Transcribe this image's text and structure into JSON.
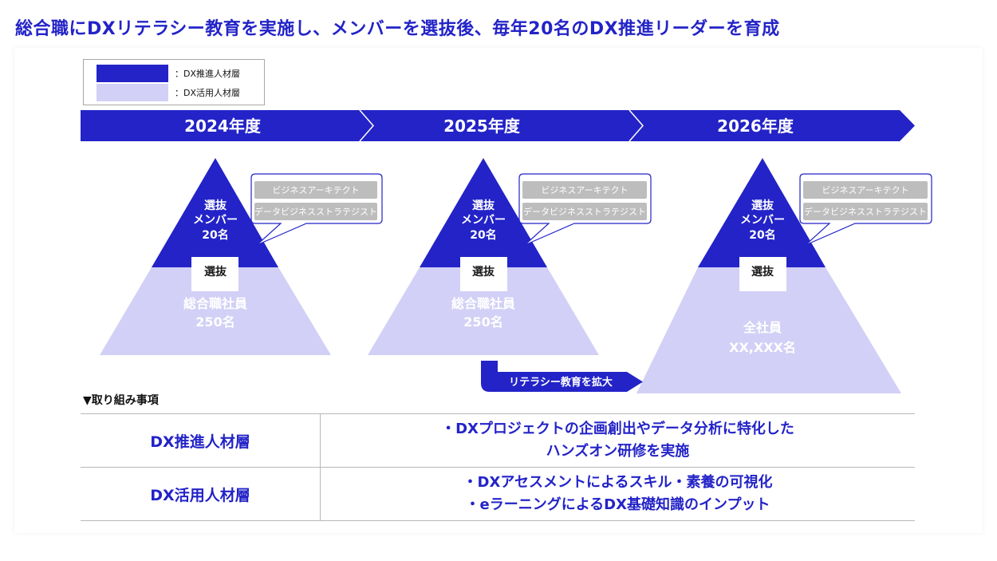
{
  "headline": "総合職にDXリテラシー教育を実施し、メンバーを選抜後、毎年20名のDX推進リーダーを育成",
  "colors": {
    "primary": "#2323c8",
    "light": "#d2d0f6",
    "callout_box": "#bdbdbd"
  },
  "legend": [
    {
      "text": "：DX推進人材層",
      "color": "#2323c8"
    },
    {
      "text": "：DX活用人材層",
      "color": "#d2d0f6"
    }
  ],
  "timeline": {
    "years": [
      "2024年度",
      "2025年度",
      "2026年度"
    ]
  },
  "pyramids": [
    {
      "tip_lines": [
        "選抜",
        "メンバー",
        "20名"
      ],
      "select_label": "選抜",
      "base_lines": [
        "総合職社員",
        "250名"
      ],
      "roles": [
        "ビジネスアーキテクト",
        "データビジネスストラテジスト"
      ]
    },
    {
      "tip_lines": [
        "選抜",
        "メンバー",
        "20名"
      ],
      "select_label": "選抜",
      "base_lines": [
        "総合職社員",
        "250名"
      ],
      "roles": [
        "ビジネスアーキテクト",
        "データビジネスストラテジスト"
      ]
    },
    {
      "tip_lines": [
        "選抜",
        "メンバー",
        "20名"
      ],
      "select_label": "選抜",
      "base_lines": [
        "全社員",
        "XX,XXX名"
      ],
      "roles": [
        "ビジネスアーキテクト",
        "データビジネスストラテジスト"
      ]
    }
  ],
  "expansion_arrow_label": "リテラシー教育を拡大",
  "activities": {
    "title": "▼取り組み事項",
    "rows": [
      {
        "label": "DX推進人材層",
        "lines": [
          "・DXプロジェクトの企画創出やデータ分析に特化した",
          "ハンズオン研修を実施"
        ]
      },
      {
        "label": "DX活用人材層",
        "lines": [
          "・DXアセスメントによるスキル・素養の可視化",
          "・eラーニングによるDX基礎知識のインプット"
        ]
      }
    ]
  }
}
